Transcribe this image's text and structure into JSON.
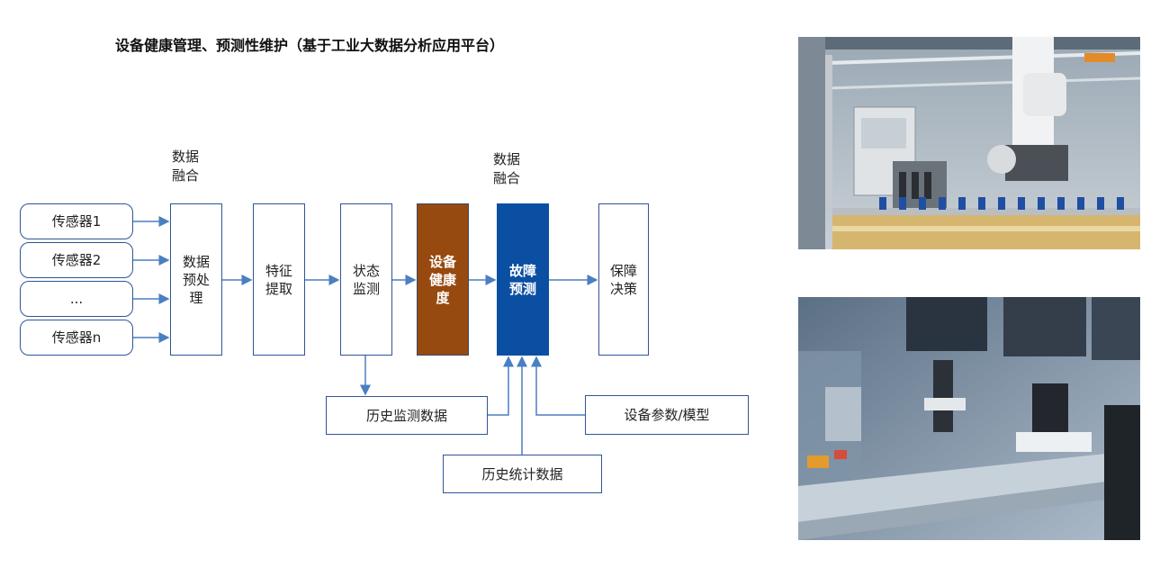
{
  "title": "设备健康管理、预测性维护（基于工业大数据分析应用平台）",
  "sensors": [
    "传感器1",
    "传感器2",
    "...",
    "传感器n"
  ],
  "fusion_label_1": "数据\n融合",
  "fusion_label_2": "数据\n融合",
  "stages": {
    "preprocess": "数据\n预处\n理",
    "feature": "特征\n提取",
    "monitor": "状态\n监测",
    "health": "设备\n健康\n度",
    "fault": "故障\n预测",
    "decision": "保障\n决策"
  },
  "inputs": {
    "history_monitor": "历史监测数据",
    "history_stats": "历史统计数据",
    "device_params": "设备参数/模型"
  },
  "colors": {
    "line": "#4a7fc1",
    "border": "#2f5597",
    "health": "#974a0f",
    "fault": "#0b4fa3"
  }
}
